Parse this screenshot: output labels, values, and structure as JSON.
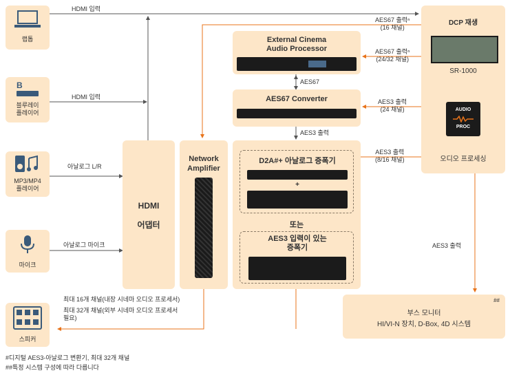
{
  "sources": [
    {
      "label": "랩톱",
      "icon": "laptop-icon",
      "signal": "HDMI 입력"
    },
    {
      "label": "블루레이\n플레이어",
      "icon": "bluray-icon",
      "signal": "HDMI 입력"
    },
    {
      "label": "MP3/MP4\n플레이어",
      "icon": "music-player-icon",
      "signal": "아날로그 L/R"
    },
    {
      "label": "마이크",
      "icon": "microphone-icon",
      "signal": "아날로그 마이크"
    }
  ],
  "hdmi_adapter": {
    "line1": "HDMI",
    "line2": "어댑터"
  },
  "amplifier": {
    "title": "Network\nAmplifier"
  },
  "eca_processor": {
    "title": "External Cinema\nAudio Processor"
  },
  "aes67_converter": {
    "title": "AES67 Converter"
  },
  "aes67_link": "AES67",
  "aes3_out": "AES3 출력",
  "d2a_group": {
    "d2a_title": "D2A#+ 아날로그 증폭기",
    "plus": "+",
    "or": "또는",
    "aes3_amp_title": "AES3 입력이 있는\n증폭기"
  },
  "dcp": {
    "title": "DCP 재생",
    "model": "SR-1000"
  },
  "audio_proc": {
    "chip_line1": "AUDIO",
    "chip_line2": "PROC",
    "label": "오디오 프로세싱"
  },
  "links": {
    "aes67_16": "AES67 출력ⁿ\n(16 채널)",
    "aes67_2432": "AES67 출력ⁿ\n(24/32 채널)",
    "aes3_24": "AES3 출력\n(24 채널)",
    "aes3_816": "AES3 출력\n(8/16 채널)",
    "aes3_monitor": "AES3 출력"
  },
  "booth": {
    "marker": "##",
    "line1": "부스 모니터",
    "line2": "HI/VI-N 장치, D-Box, 4D 시스템"
  },
  "speaker": {
    "label": "스피커"
  },
  "speaker_notes": {
    "max16": "최대 16개 채널(내장 시네마 오디오 프로세서)",
    "max32": "최대 32개 채널(외부 시네마 오디오 프로세서\n필요)"
  },
  "footnotes": {
    "f1": "#디지털 AES3-아날로그 변환기, 최대 32개 채널",
    "f2": "##특정 시스템 구성에 따라 다릅니다"
  },
  "colors": {
    "box": "#fde6c8",
    "accent": "#e8731a",
    "line": "#444444"
  }
}
